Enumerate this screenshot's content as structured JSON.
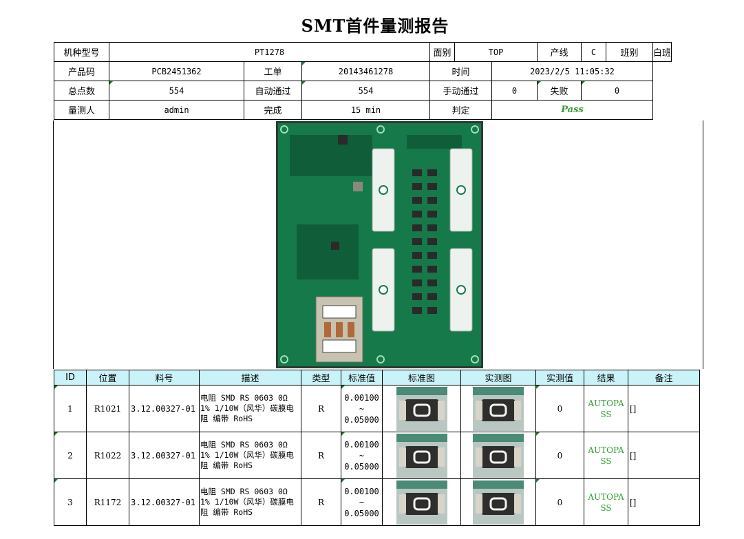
{
  "title": "SMT首件量测报告",
  "header": {
    "model_label": "机种型号",
    "model_value": "PT1278",
    "side_label": "面别",
    "side_value": "TOP",
    "line_label": "产线",
    "line_value": "C",
    "shift_label": "班别",
    "shift_value": "白班",
    "product_label": "产品码",
    "product_value": "PCB2451362",
    "order_label": "工单",
    "order_value": "20143461278",
    "time_label": "时间",
    "time_value": "2023/2/5 11:05:32",
    "points_label": "总点数",
    "points_value": "554",
    "auto_label": "自动通过",
    "auto_value": "554",
    "manual_label": "手动通过",
    "manual_value": "0",
    "fail_label": "失败",
    "fail_value": "0",
    "inspector_label": "量测人",
    "inspector_value": "admin",
    "done_label": "完成",
    "done_value": "15 min",
    "verdict_label": "判定",
    "verdict_value": "Pass"
  },
  "colors": {
    "header_bg": "#c9f3f8",
    "pass_green": "#2e9e2e",
    "pcb_green": "#16794a"
  },
  "columns": [
    "ID",
    "位置",
    "料号",
    "描述",
    "类型",
    "标准值",
    "标准图",
    "实测图",
    "实测值",
    "结果",
    "备注"
  ],
  "rows": [
    {
      "id": "1",
      "pos": "R1021",
      "part": "3.12.00327-01",
      "desc": "电阻 SMD RS 0603 0Ω 1% 1/10W（风华）碳膜电阻 编带 RoHS",
      "type": "R",
      "std_min": "0.00100",
      "std_sep": "~",
      "std_max": "0.05000",
      "measured": "0",
      "result": "AUTOPASS",
      "note": "[]"
    },
    {
      "id": "2",
      "pos": "R1022",
      "part": "3.12.00327-01",
      "desc": "电阻 SMD RS 0603 0Ω 1% 1/10W（风华）碳膜电阻 编带 RoHS",
      "type": "R",
      "std_min": "0.00100",
      "std_sep": "~",
      "std_max": "0.05000",
      "measured": "0",
      "result": "AUTOPASS",
      "note": "[]"
    },
    {
      "id": "3",
      "pos": "R1172",
      "part": "3.12.00327-01",
      "desc": "电阻 SMD RS 0603 0Ω 1% 1/10W（风华）碳膜电阻 编带 RoHS",
      "type": "R",
      "std_min": "0.00100",
      "std_sep": "~",
      "std_max": "0.05000",
      "measured": "0",
      "result": "AUTOPASS",
      "note": "[]"
    }
  ]
}
